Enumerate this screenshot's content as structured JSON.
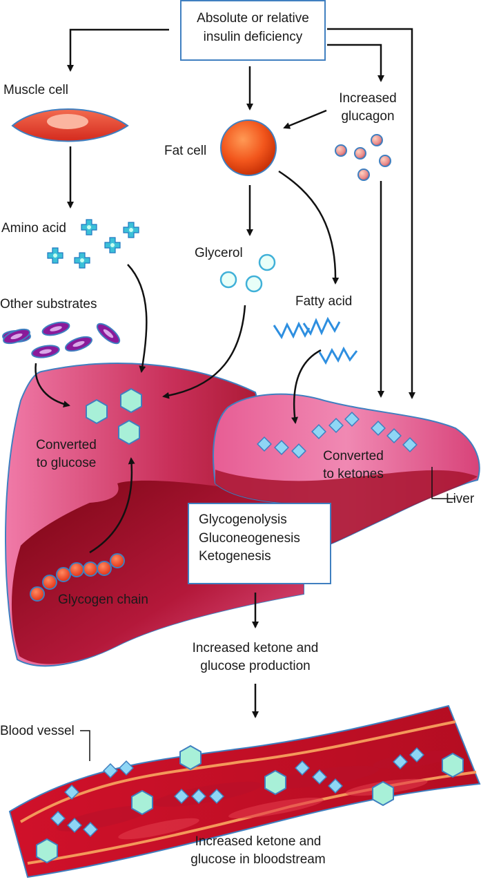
{
  "top_box": {
    "line1": "Absolute or relative",
    "line2": "insulin deficiency"
  },
  "labels": {
    "muscle_cell": "Muscle cell",
    "increased_glucagon_1": "Increased",
    "increased_glucagon_2": "glucagon",
    "fat_cell": "Fat cell",
    "amino_acid": "Amino acid",
    "glycerol": "Glycerol",
    "fatty_acid": "Fatty acid",
    "other_substrates": "Other substrates",
    "converted_glucose_1": "Converted",
    "converted_glucose_2": "to glucose",
    "converted_ketones_1": "Converted",
    "converted_ketones_2": "to ketones",
    "liver": "Liver",
    "glycogen_chain": "Glycogen chain",
    "production_1": "Increased ketone and",
    "production_2": "glucose production",
    "blood_vessel": "Blood vessel",
    "bloodstream_1": "Increased ketone and",
    "bloodstream_2": "glucose in bloodstream"
  },
  "process_box": {
    "line1": "Glycogenolysis",
    "line2": "Gluconeogenesis",
    "line3": "Ketogenesis"
  },
  "colors": {
    "outline_blue": "#3f7fc0",
    "liver_pink": "#e8679a",
    "liver_dark": "#a3102a",
    "glucose_fill": "#a8f0d8",
    "ketone_fill": "#8fd6f5",
    "fat_orange": "#f2561c",
    "arrow": "#111111"
  }
}
